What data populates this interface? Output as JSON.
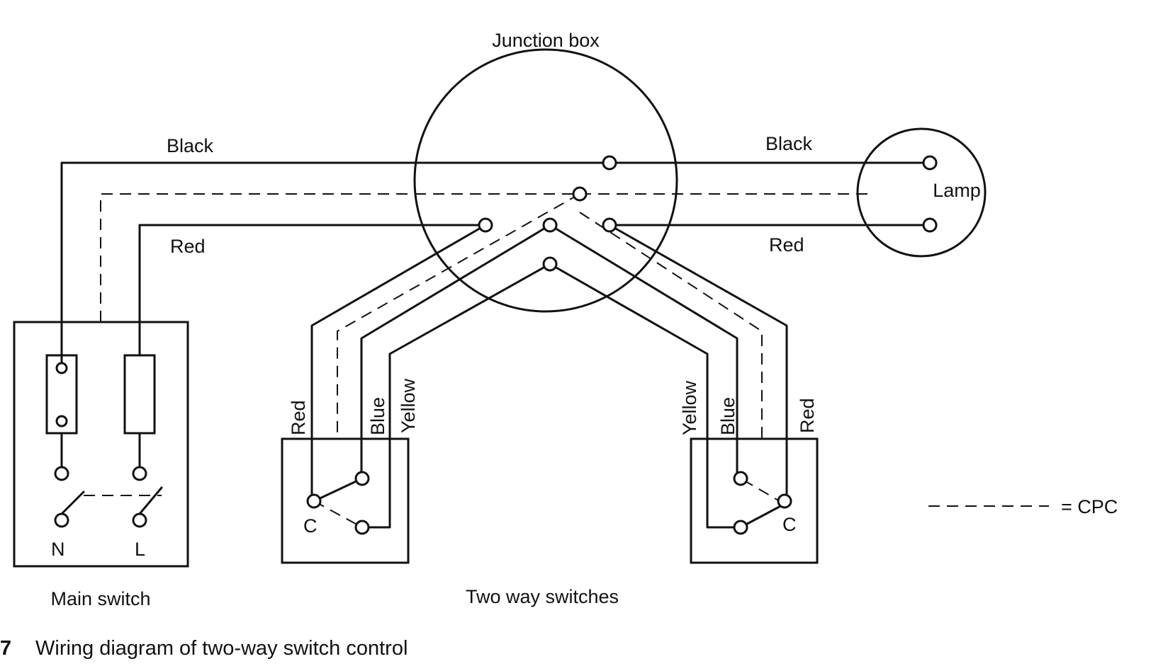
{
  "labels": {
    "junction_box": "Junction box",
    "black_left": "Black",
    "black_right": "Black",
    "red_left": "Red",
    "red_right": "Red",
    "lamp": "Lamp",
    "main_switch": "Main switch",
    "two_way_switches": "Two way switches",
    "neutral": "N",
    "live": "L",
    "common_left": "C",
    "common_right": "C",
    "sw1_red": "Red",
    "sw1_blue": "Blue",
    "sw1_yellow": "Yellow",
    "sw2_yellow": "Yellow",
    "sw2_blue": "Blue",
    "sw2_red": "Red"
  },
  "legend": {
    "cpc_label": "= CPC"
  },
  "caption": {
    "number": "7",
    "text": "Wiring diagram of two-way switch control"
  },
  "colors": {
    "line": "#111111",
    "background": "#ffffff"
  }
}
